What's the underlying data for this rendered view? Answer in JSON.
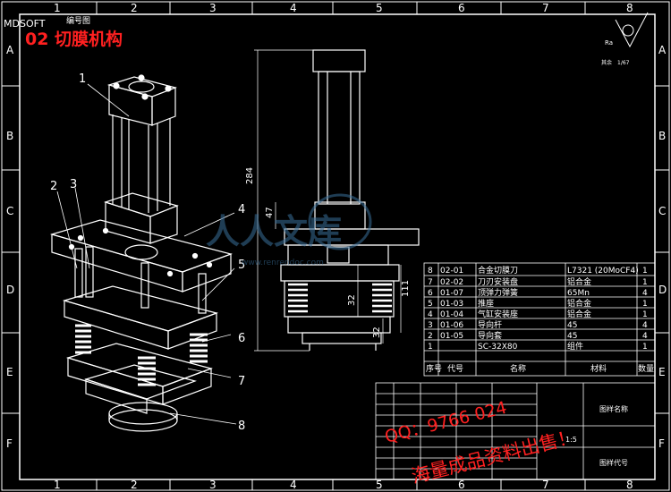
{
  "header": {
    "corner_label": "MDSOFT",
    "corner_sub": "编号图",
    "title": "02 切膜机构"
  },
  "frame": {
    "columns": [
      "1",
      "2",
      "3",
      "4",
      "5",
      "6",
      "7",
      "8"
    ],
    "rows": [
      "A",
      "B",
      "C",
      "D",
      "E",
      "F"
    ]
  },
  "roughness": {
    "note_a": "Ra",
    "note_b": "其余",
    "note_c": "1/67"
  },
  "dimensions": {
    "overall_height": "284",
    "upper": "47",
    "spring_a": "32",
    "spring_b": "32",
    "stroke": "111"
  },
  "callouts": [
    "1",
    "2",
    "3",
    "4",
    "5",
    "6",
    "7",
    "8"
  ],
  "bom": {
    "rows": [
      {
        "no": "8",
        "code": "02-01",
        "name": "合金切膜刀",
        "material": "L7321 (20MoCF4)",
        "qty": "1"
      },
      {
        "no": "7",
        "code": "02-02",
        "name": "刀刃安装盘",
        "material": "铝合金",
        "qty": "1"
      },
      {
        "no": "6",
        "code": "01-07",
        "name": "顶弹力弹簧",
        "material": "65Mn",
        "qty": "4"
      },
      {
        "no": "5",
        "code": "01-03",
        "name": "推座",
        "material": "铝合金",
        "qty": "1"
      },
      {
        "no": "4",
        "code": "01-04",
        "name": "气缸安装座",
        "material": "铝合金",
        "qty": "1"
      },
      {
        "no": "3",
        "code": "01-06",
        "name": "导向杆",
        "material": "45",
        "qty": "4"
      },
      {
        "no": "2",
        "code": "01-05",
        "name": "导向套",
        "material": "45",
        "qty": "4"
      },
      {
        "no": "1",
        "code": "",
        "name": "SC-32X80",
        "material": "组件",
        "qty": "1"
      }
    ],
    "headers": {
      "no": "序号",
      "code": "代号",
      "name": "名称",
      "material": "材料",
      "qty": "数量"
    }
  },
  "titleblock": {
    "scale_label": "1:5",
    "name_label": "图样名称",
    "code_label": "图样代号"
  },
  "watermark": {
    "site": "人人文库",
    "site_sub": "www.renrendoc.com",
    "qq": "QQ：9766 024",
    "sale": "海量成品资料出售！"
  }
}
